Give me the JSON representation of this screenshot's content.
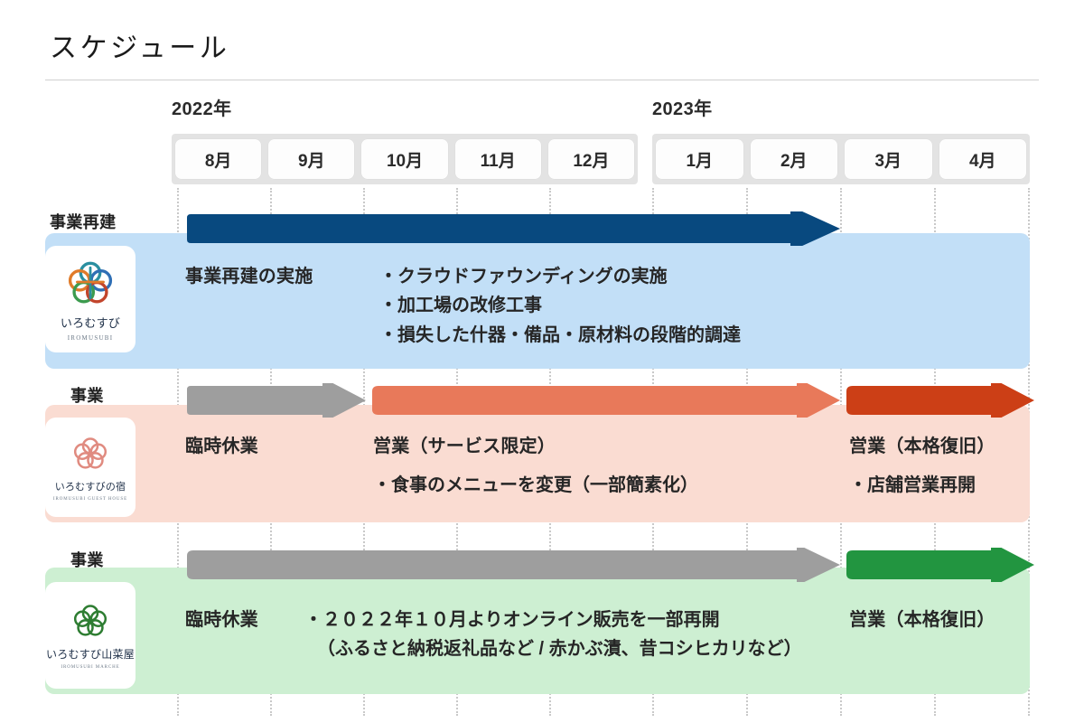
{
  "header": {
    "title": "スケジュール"
  },
  "timeline": {
    "years": [
      {
        "label": "2022年",
        "months": [
          "8月",
          "9月",
          "10月",
          "11月",
          "12月"
        ]
      },
      {
        "label": "2023年",
        "months": [
          "1月",
          "2月",
          "3月",
          "4月"
        ]
      }
    ]
  },
  "colors": {
    "row1_band": "#c2dff7",
    "row1_arrow": "#08497f",
    "row2_band": "#fadcd2",
    "row2_arrow_gray": "#9e9e9e",
    "row2_arrow_salmon": "#e8795a",
    "row2_arrow_red": "#cc3f16",
    "row3_band": "#cdefd2",
    "row3_arrow_gray": "#9e9e9e",
    "row3_arrow_green": "#229540",
    "header_track": "#e3e3e3",
    "month_cell": "#fdfdfd"
  },
  "rows": [
    {
      "category": "事業再建",
      "logo": {
        "name": "いろむすび",
        "subtitle": "IROMUSUBI",
        "mark": "knot-logo-multicolor"
      },
      "bars": [
        {
          "name": "事業再建の実施",
          "color": "#08497f",
          "start_month": "8月",
          "end_month": "2月"
        }
      ],
      "phase_label": "事業再建の実施",
      "bullets": [
        "・クラウドファウンディングの実施",
        "・加工場の改修工事",
        "・損失した什器・備品・原材料の段階的調達"
      ]
    },
    {
      "category": "事業",
      "logo": {
        "name": "いろむすびの宿",
        "subtitle": "IROMUSUBI GUEST HOUSE",
        "mark": "knot-logo-coral"
      },
      "bars": [
        {
          "name": "臨時休業",
          "color": "#9e9e9e",
          "start_month": "8月",
          "end_month": "9月"
        },
        {
          "name": "営業（サービス限定）",
          "color": "#e8795a",
          "start_month": "10月",
          "end_month": "2月"
        },
        {
          "name": "営業（本格復旧）",
          "color": "#cc3f16",
          "start_month": "3月",
          "end_month": "4月"
        }
      ],
      "phase_label_1": "臨時休業",
      "phase_label_2": "営業（サービス限定）",
      "phase_label_3": "営業（本格復旧）",
      "bullets_2": [
        "・食事のメニューを変更（一部簡素化）"
      ],
      "bullets_3": [
        "・店舗営業再開"
      ]
    },
    {
      "category": "事業",
      "logo": {
        "name": "いろむすび山菜屋",
        "subtitle": "IROMUSUBI MARCHE",
        "mark": "knot-logo-green"
      },
      "bars": [
        {
          "name": "臨時休業",
          "color": "#9e9e9e",
          "start_month": "8月",
          "end_month": "2月"
        },
        {
          "name": "営業（本格復旧）",
          "color": "#229540",
          "start_month": "3月",
          "end_month": "4月"
        }
      ],
      "phase_label_1": "臨時休業",
      "phase_label_2": "営業（本格復旧）",
      "bullets_1": [
        "・２０２２年１０月よりオンライン販売を一部再開",
        "（ふるさと納税返礼品など / 赤かぶ漬、昔コシヒカリなど）"
      ]
    }
  ]
}
